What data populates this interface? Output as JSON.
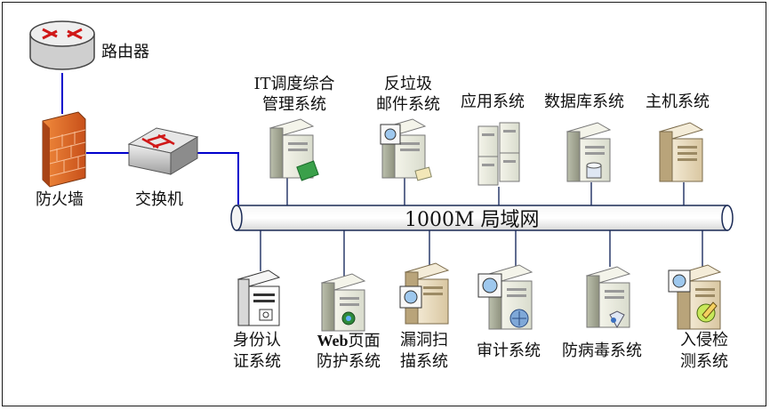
{
  "network": {
    "bus_label": "1000M 局域网",
    "router": "路由器",
    "firewall": "防火墙",
    "switch": "交换机",
    "top_nodes": [
      {
        "line1": "IT调度综合",
        "line2": "管理系统"
      },
      {
        "line1": "反垃圾",
        "line2": "邮件系统"
      },
      {
        "line1": "应用系统"
      },
      {
        "line1": "数据库系统"
      },
      {
        "line1": "主机系统"
      }
    ],
    "bottom_nodes": [
      {
        "line1": "身份认",
        "line2": "证系统"
      },
      {
        "line1_bold": "Web",
        "line1": "页面",
        "line2": "防护系统"
      },
      {
        "line1": "漏洞扫",
        "line2": "描系统"
      },
      {
        "line1": "审计系统"
      },
      {
        "line1": "防病毒系统"
      },
      {
        "line1": "入侵检",
        "line2": "测系统"
      }
    ]
  },
  "colors": {
    "link": "#0000cc",
    "bus_fill": "#ffffff",
    "firewall": "#e8702a",
    "server": "#e4e8dc"
  }
}
